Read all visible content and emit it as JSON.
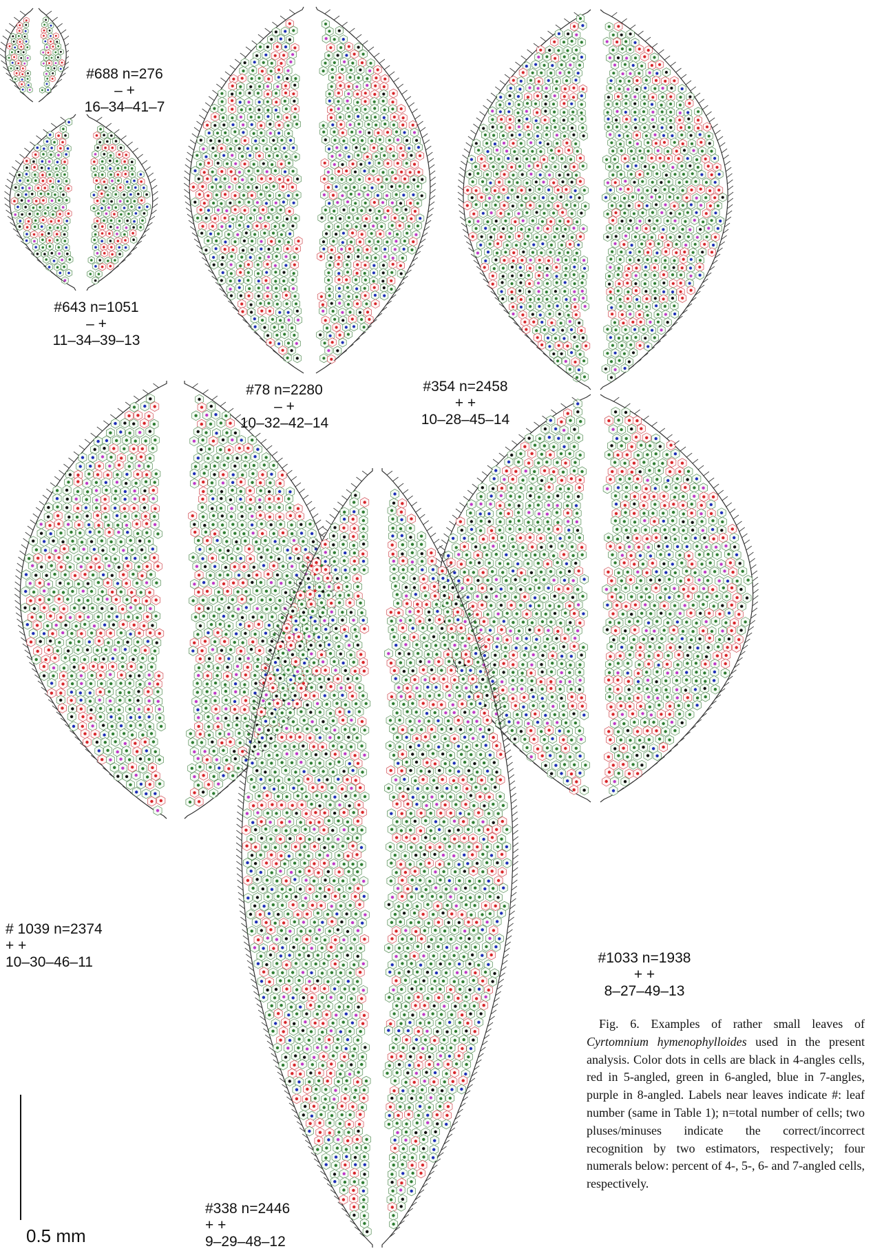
{
  "figure": {
    "leaves": [
      {
        "id": "leaf-688",
        "l1": "#688  n=276",
        "l2": "–  +",
        "l3": "16–34–41–7"
      },
      {
        "id": "leaf-643",
        "l1": "#643 n=1051",
        "l2": "–  +",
        "l3": "11–34–39–13"
      },
      {
        "id": "leaf-78",
        "l1": "#78 n=2280",
        "l2": "–  +",
        "l3": "10–32–42–14"
      },
      {
        "id": "leaf-354",
        "l1": "#354 n=2458",
        "l2": "+  +",
        "l3": "10–28–45–14"
      },
      {
        "id": "leaf-1039",
        "l1": "# 1039 n=2374",
        "l2": "+  +",
        "l3": "10–30–46–11"
      },
      {
        "id": "leaf-1033",
        "l1": "#1033 n=1938",
        "l2": "+  +",
        "l3": "8–27–49–13"
      },
      {
        "id": "leaf-338",
        "l1": "#338 n=2446",
        "l2": "+  +",
        "l3": "9–29–48–12"
      }
    ],
    "scale_label": "0.5 mm",
    "caption": {
      "lead": "Fig. 6. Examples of rather small leaves of ",
      "species": "Cyrtomnium hymenophylloides",
      "rest": " used in the present analysis. Color dots in cells are black in 4-angles cells, red in 5-angled, green in 6-angled, blue in 7-angles, purple in 8-angled. Labels near leaves indicate #: leaf number (same in Table 1); n=total number of cells; two pluses/minuses indicate the correct/incorrect recognition by two estimators, respectively; four numerals below: percent of 4-, 5-, 6- and 7-angled cells, respectively."
    },
    "colors": {
      "four_angled": "#111111",
      "five_angled": "#d8262a",
      "six_angled": "#2e7d32",
      "seven_angled": "#1f2fb8",
      "eight_angled": "#c03ac8",
      "outline": "#333333"
    }
  }
}
